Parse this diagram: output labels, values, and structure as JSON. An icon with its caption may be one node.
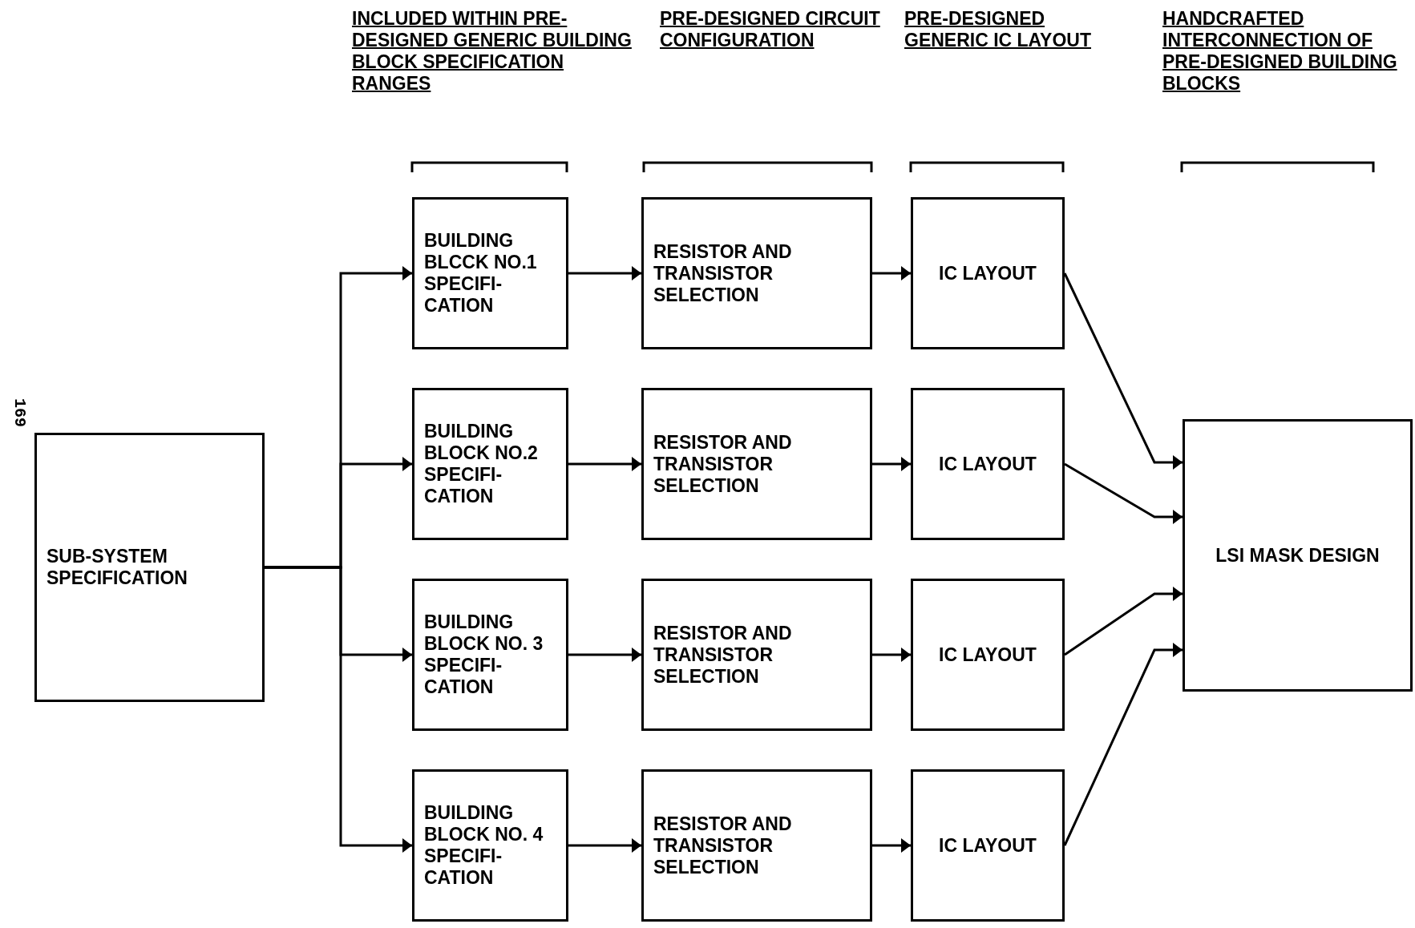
{
  "diagram": {
    "nodes": [
      {
        "text": [
          "SUB-SYSTEM SPECIFICATION"
        ]
      },
      {
        "text": [
          "BUILDING BLCCK NO.1 SPECIFI- CATION"
        ]
      },
      {
        "text": [
          "RESISTOR AND TRANSISTOR SELECTION"
        ]
      },
      {
        "text": [
          "IC LAYOUT"
        ]
      },
      {
        "text": [
          "BUILDING BLOCK NO.2 SPECIFI- CATION"
        ]
      },
      {
        "text": [
          "RESISTOR AND TRANSISTOR SELECTION"
        ]
      },
      {
        "text": [
          "IC LAYOUT"
        ]
      },
      {
        "text": [
          "BUILDING BLOCK NO. 3 SPECIFI- CATION"
        ]
      },
      {
        "text": [
          "RESISTOR AND TRANSISTOR SELECTION"
        ]
      },
      {
        "text": [
          "IC LAYOUT"
        ]
      },
      {
        "text": [
          "BUILDING BLOCK NO. 4 SPECIFI- CATION"
        ]
      },
      {
        "text": [
          "RESISTOR AND TRANSISTOR SELECTION"
        ]
      },
      {
        "text": [
          "IC LAYOUT"
        ]
      },
      {
        "text": [
          "LSI MASK DESIGN"
        ]
      }
    ],
    "edges": [
      {
        "from": 0,
        "to": 1,
        "arrow": "to"
      },
      {
        "from": 0,
        "to": 4,
        "arrow": "to"
      },
      {
        "from": 0,
        "to": 7,
        "arrow": "to"
      },
      {
        "from": 0,
        "to": 10,
        "arrow": "to"
      },
      {
        "from": 1,
        "to": 2,
        "arrow": "to"
      },
      {
        "from": 2,
        "to": 3,
        "arrow": "to"
      },
      {
        "from": 4,
        "to": 5,
        "arrow": "to"
      },
      {
        "from": 5,
        "to": 6,
        "arrow": "to"
      },
      {
        "from": 7,
        "to": 8,
        "arrow": "to"
      },
      {
        "from": 8,
        "to": 9,
        "arrow": "to"
      },
      {
        "from": 10,
        "to": 11,
        "arrow": "to"
      },
      {
        "from": 11,
        "to": 12,
        "arrow": "to"
      },
      {
        "from": 3,
        "to": 13,
        "arrow": "to"
      },
      {
        "from": 6,
        "to": 13,
        "arrow": "to"
      },
      {
        "from": 9,
        "to": 13,
        "arrow": "to"
      },
      {
        "from": 12,
        "to": 13,
        "arrow": "to"
      }
    ],
    "labels": [
      "INCLUDED WITHIN PRE-DESIGNED GENERIC BUILDING BLOCK SPECIFICATION RANGES",
      "PRE-DESIGNED CIRCUIT CONFIGURATION",
      "PRE-DESIGNED GENERIC IC LAYOUT",
      "HANDCRAFTED INTERCONNECTION OF PRE-DESIGNED BUILDING BLOCKS",
      "169"
    ]
  }
}
